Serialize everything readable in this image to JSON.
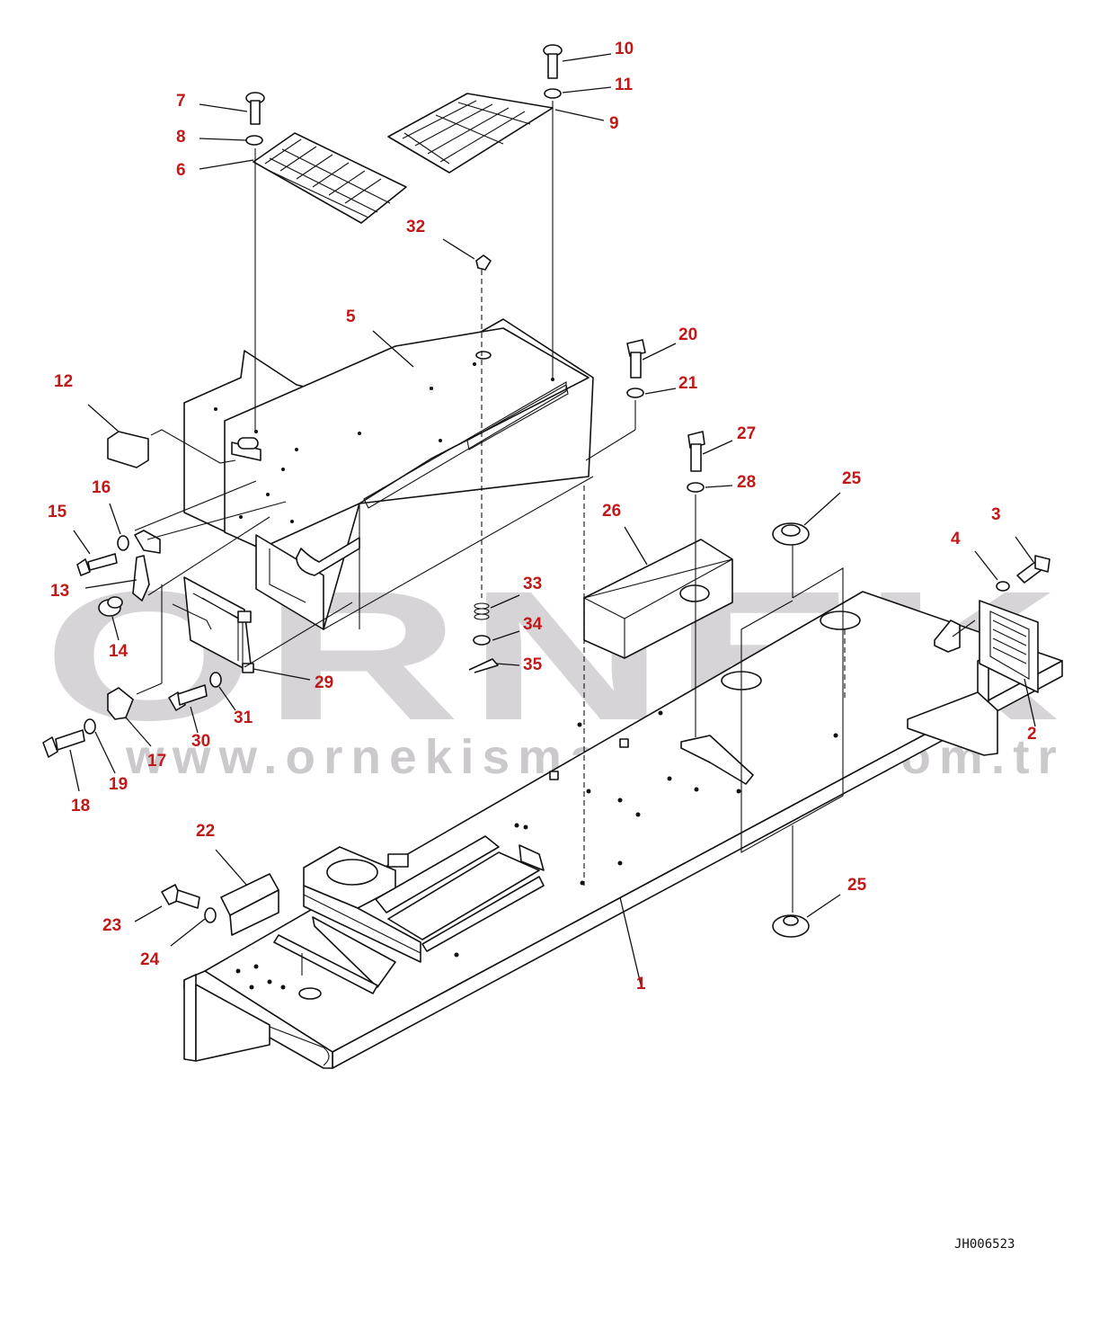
{
  "diagram": {
    "drawing_code": "JH006523",
    "watermark": {
      "brand": "ORNEK",
      "url": "www.ornekismakinalari.com.tr"
    },
    "callouts": [
      {
        "id": "c1",
        "text": "1"
      },
      {
        "id": "c2",
        "text": "2"
      },
      {
        "id": "c3",
        "text": "3"
      },
      {
        "id": "c4",
        "text": "4"
      },
      {
        "id": "c5",
        "text": "5"
      },
      {
        "id": "c6",
        "text": "6"
      },
      {
        "id": "c7",
        "text": "7"
      },
      {
        "id": "c8",
        "text": "8"
      },
      {
        "id": "c9",
        "text": "9"
      },
      {
        "id": "c10",
        "text": "10"
      },
      {
        "id": "c11",
        "text": "11"
      },
      {
        "id": "c12",
        "text": "12"
      },
      {
        "id": "c13",
        "text": "13"
      },
      {
        "id": "c14",
        "text": "14"
      },
      {
        "id": "c15",
        "text": "15"
      },
      {
        "id": "c16",
        "text": "16"
      },
      {
        "id": "c17",
        "text": "17"
      },
      {
        "id": "c18",
        "text": "18"
      },
      {
        "id": "c19",
        "text": "19"
      },
      {
        "id": "c20",
        "text": "20"
      },
      {
        "id": "c21",
        "text": "21"
      },
      {
        "id": "c22",
        "text": "22"
      },
      {
        "id": "c23",
        "text": "23"
      },
      {
        "id": "c24",
        "text": "24"
      },
      {
        "id": "c25a",
        "text": "25"
      },
      {
        "id": "c25b",
        "text": "25"
      },
      {
        "id": "c26",
        "text": "26"
      },
      {
        "id": "c27",
        "text": "27"
      },
      {
        "id": "c28",
        "text": "28"
      },
      {
        "id": "c29",
        "text": "29"
      },
      {
        "id": "c30",
        "text": "30"
      },
      {
        "id": "c31",
        "text": "31"
      },
      {
        "id": "c32",
        "text": "32"
      },
      {
        "id": "c33",
        "text": "33"
      },
      {
        "id": "c34",
        "text": "34"
      },
      {
        "id": "c35",
        "text": "35"
      }
    ],
    "colors": {
      "callout": "#c21818",
      "line": "#111111",
      "watermark": "#d6d4d7"
    }
  }
}
